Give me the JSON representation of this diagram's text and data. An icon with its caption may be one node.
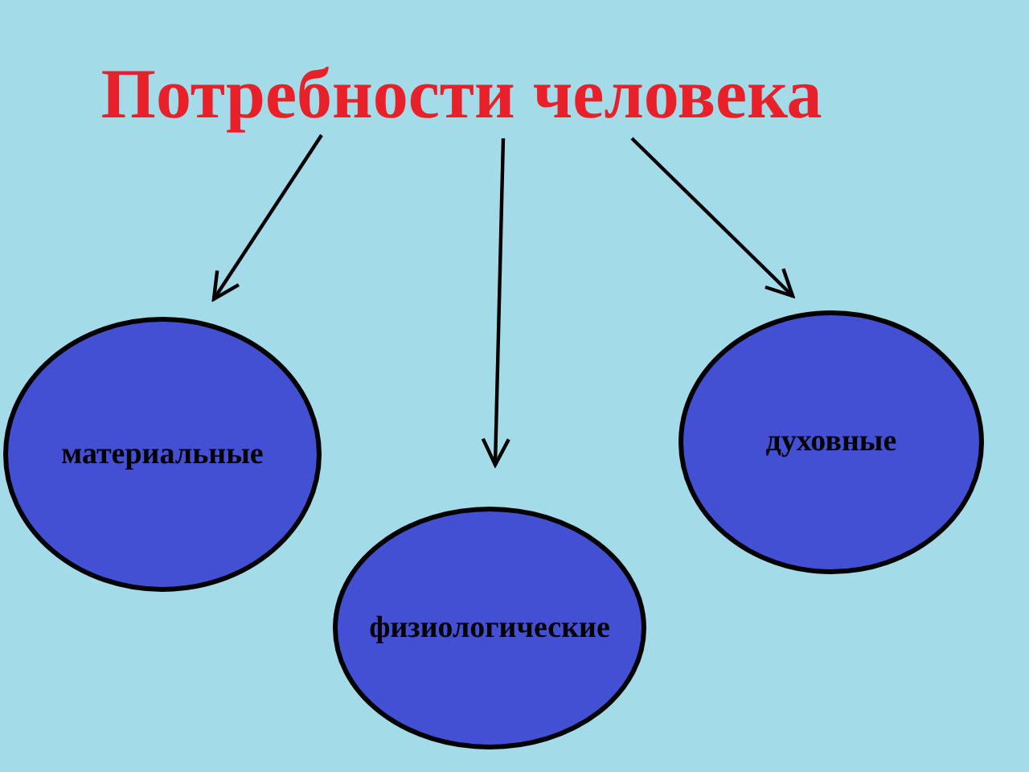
{
  "diagram": {
    "nodes": [
      {
        "text": [
          "Потребности человека"
        ]
      },
      {
        "text": [
          "материальные"
        ]
      },
      {
        "text": [
          "физиологические"
        ]
      },
      {
        "text": [
          "духовные"
        ]
      }
    ],
    "edges": [
      {
        "from": 0,
        "to": 1,
        "arrow": "to"
      },
      {
        "from": 0,
        "to": 2,
        "arrow": "to"
      },
      {
        "from": 0,
        "to": 3,
        "arrow": "to"
      }
    ]
  }
}
